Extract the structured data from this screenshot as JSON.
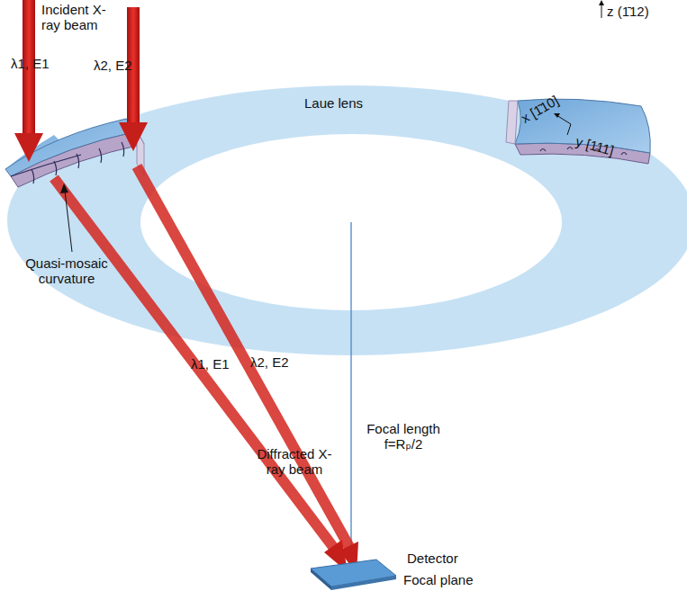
{
  "diagram": {
    "labels": [
      "Incident X-ray beam",
      "λ1, E1",
      "λ2, E2",
      "Laue lens",
      "z (1̄12)",
      "x [1̄10]",
      "y [111]",
      "Quasi-mosaic curvature",
      "λ1, E1",
      "λ2, E2",
      "Focal length f=Rₚ/2",
      "Diffracted X-ray beam",
      "Detector",
      "Focal plane"
    ]
  }
}
